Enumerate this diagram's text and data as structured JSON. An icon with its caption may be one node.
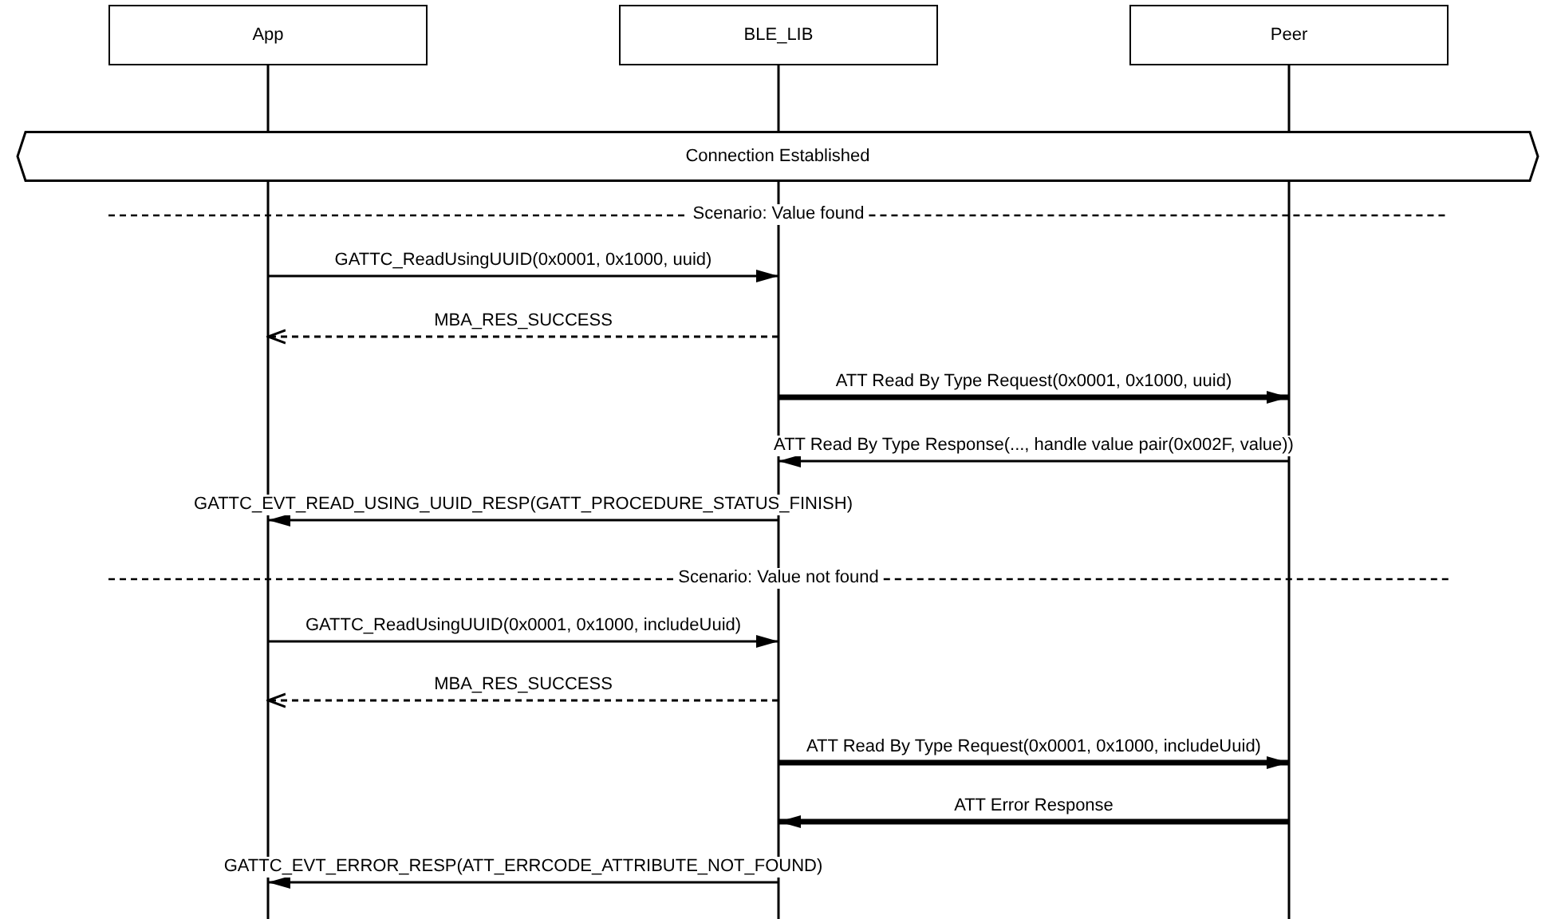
{
  "diagram": {
    "nodes": [
      {
        "text": [
          "App"
        ]
      },
      {
        "text": [
          "BLE_LIB"
        ]
      },
      {
        "text": [
          "Peer"
        ]
      },
      {
        "text": [
          "Connection Established"
        ]
      }
    ],
    "edges": [
      {
        "from": 0,
        "to": 1,
        "arrow": "to",
        "label": "GATTC_ReadUsingUUID(0x0001, 0x1000, uuid)"
      },
      {
        "from": 1,
        "to": 0,
        "arrow": "to",
        "label": "MBA_RES_SUCCESS",
        "style": "dashed"
      },
      {
        "from": 1,
        "to": 2,
        "arrow": "to",
        "label": "ATT Read By Type Request(0x0001, 0x1000, uuid)",
        "style": "thick"
      },
      {
        "from": 2,
        "to": 1,
        "arrow": "to",
        "label": "ATT Read By Type Response(..., handle value pair(0x002F, value))"
      },
      {
        "from": 1,
        "to": 0,
        "arrow": "to",
        "label": "GATTC_EVT_READ_USING_UUID_RESP(GATT_PROCEDURE_STATUS_FINISH)"
      },
      {
        "from": 0,
        "to": 1,
        "arrow": "to",
        "label": "GATTC_ReadUsingUUID(0x0001, 0x1000, includeUuid)"
      },
      {
        "from": 1,
        "to": 0,
        "arrow": "to",
        "label": "MBA_RES_SUCCESS",
        "style": "dashed"
      },
      {
        "from": 1,
        "to": 2,
        "arrow": "to",
        "label": "ATT Read By Type Request(0x0001, 0x1000, includeUuid)",
        "style": "thick"
      },
      {
        "from": 2,
        "to": 1,
        "arrow": "to",
        "label": "ATT Error Response",
        "style": "thick"
      },
      {
        "from": 1,
        "to": 0,
        "arrow": "to",
        "label": "GATTC_EVT_ERROR_RESP(ATT_ERRCODE_ATTRIBUTE_NOT_FOUND)"
      }
    ],
    "labels": [
      "Scenario: Value found",
      "Scenario: Value not found"
    ]
  }
}
